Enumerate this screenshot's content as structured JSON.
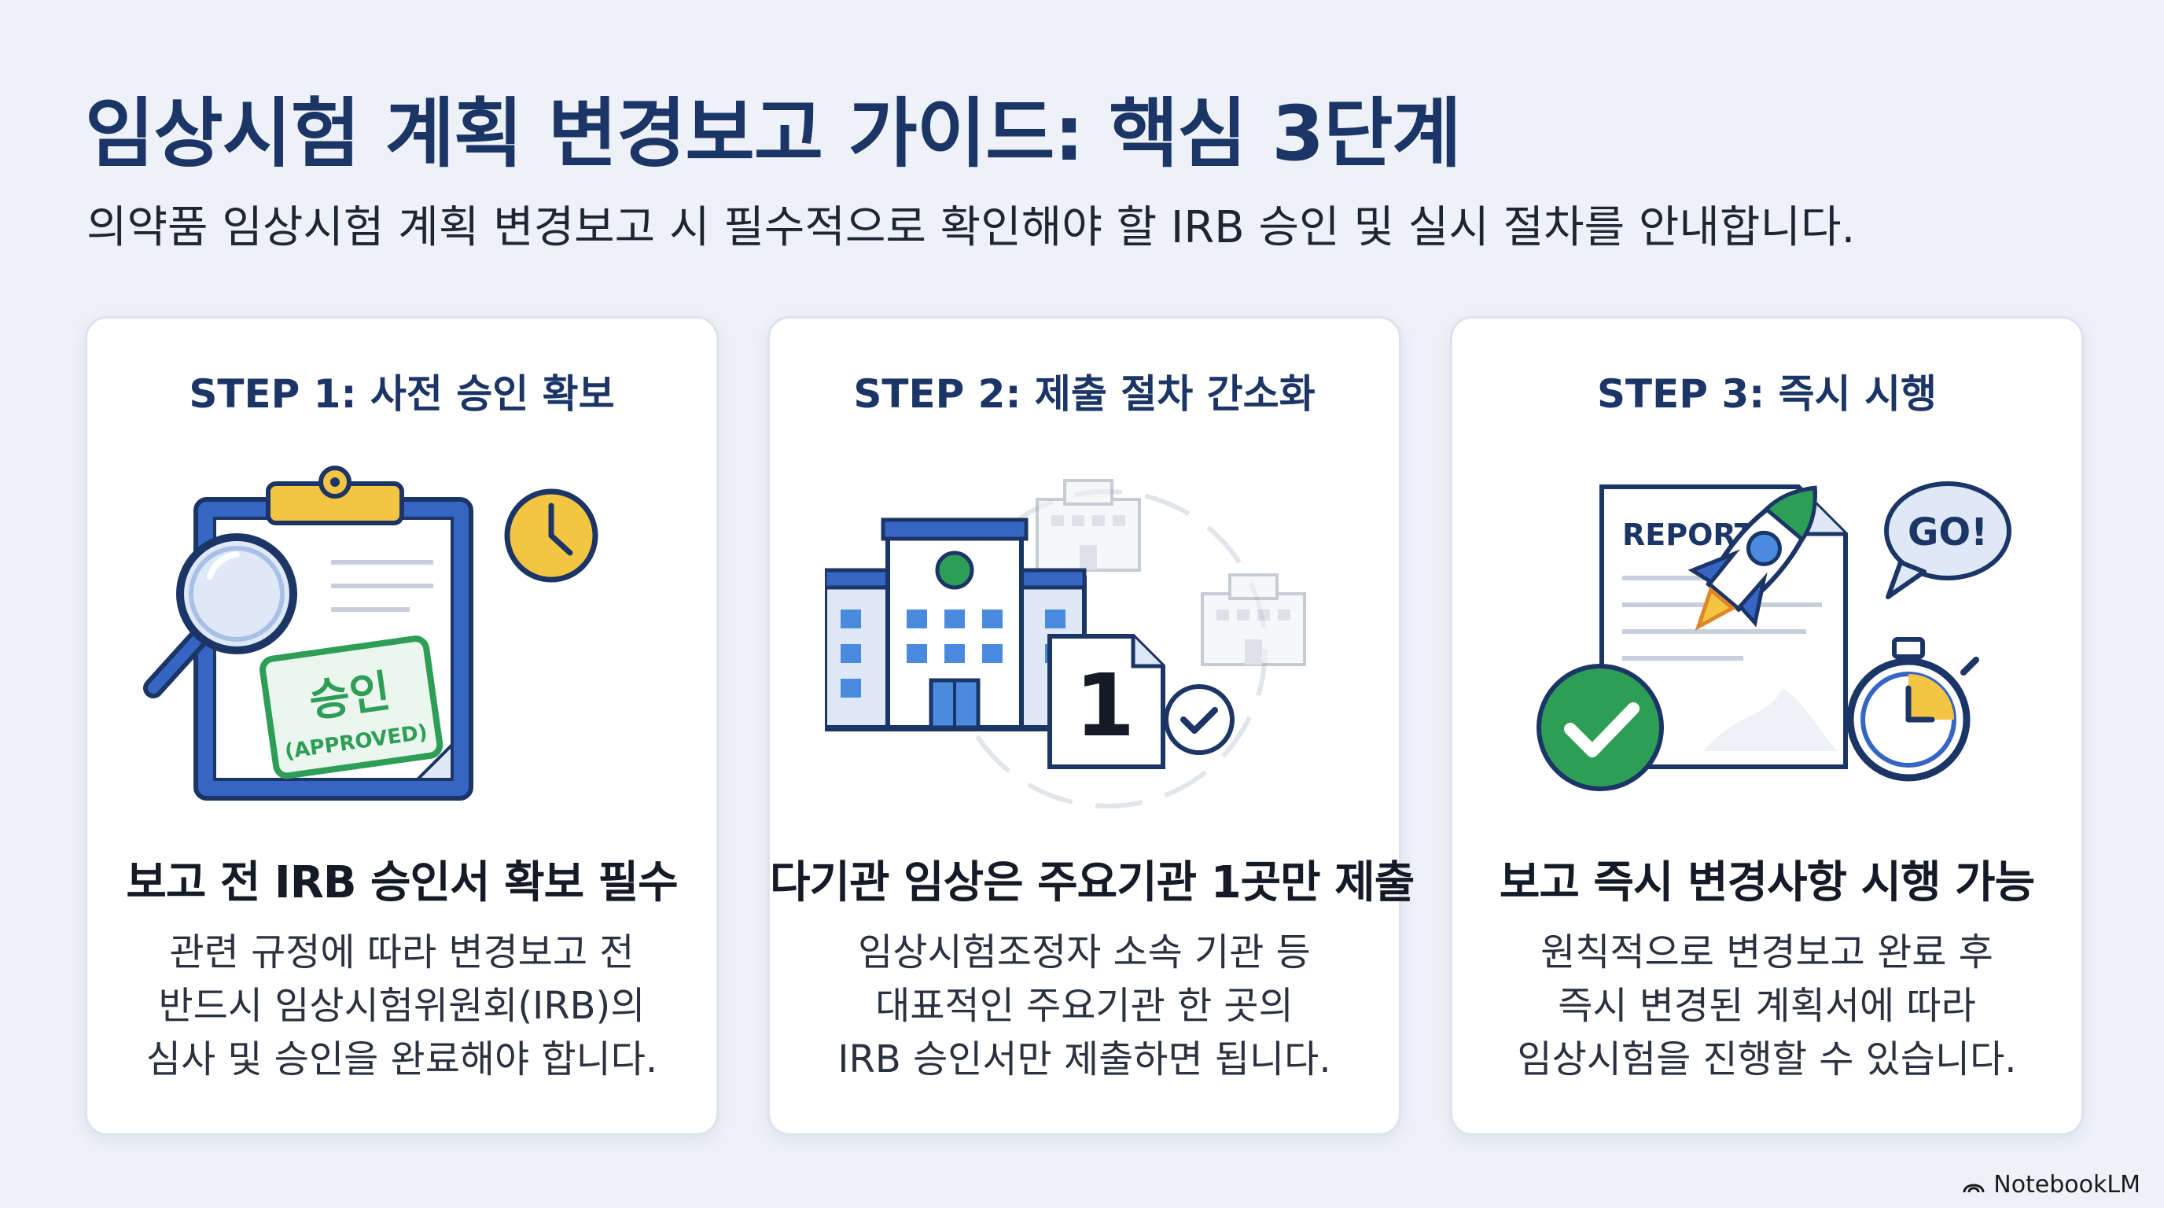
{
  "header": {
    "title": "임상시험 계획 변경보고 가이드: 핵심 3단계",
    "subtitle": "의약품 임상시험 계획 변경보고 시 필수적으로 확인해야 할 IRB 승인 및 실시 절차를 안내합니다."
  },
  "steps": [
    {
      "step_label": "STEP 1: 사전 승인 확보",
      "heading": "보고 전 IRB 승인서 확보 필수",
      "body": [
        "관련 규정에 따라 변경보고 전",
        "반드시 임상시험위원회(IRB)의",
        "심사 및 승인을 완료해야 합니다."
      ],
      "illustration": {
        "icons": [
          "clipboard-icon",
          "magnifier-icon",
          "clock-icon",
          "approved-stamp-icon"
        ],
        "stamp_main": "승인",
        "stamp_sub": "(APPROVED)"
      }
    },
    {
      "step_label": "STEP 2: 제출 절차 간소화",
      "heading": "다기관 임상은 주요기관 1곳만 제출",
      "body": [
        "임상시험조정자 소속 기관 등",
        "대표적인 주요기관 한 곳의",
        "IRB 승인서만 제출하면 됩니다."
      ],
      "illustration": {
        "icons": [
          "hospital-building-icon",
          "document-icon",
          "check-circle-icon",
          "secondary-building-icon"
        ],
        "doc_number": "1"
      }
    },
    {
      "step_label": "STEP 3: 즉시 시행",
      "heading": "보고 즉시 변경사항 시행 가능",
      "body": [
        "원칙적으로 변경보고 완료 후",
        "즉시 변경된 계획서에 따라",
        "임상시험을 진행할 수 있습니다."
      ],
      "illustration": {
        "icons": [
          "report-document-icon",
          "rocket-icon",
          "speech-bubble-icon",
          "check-circle-icon",
          "stopwatch-icon"
        ],
        "report_label": "REPORT",
        "bubble_text": "GO!"
      }
    }
  ],
  "footer": {
    "brand": "NotebookLM"
  },
  "colors": {
    "navy": "#1b3566",
    "blue": "#2f5db3",
    "light_blue": "#dfe8f7",
    "green": "#2e9e57",
    "yellow": "#f4c542",
    "background": "#eef1f7"
  }
}
